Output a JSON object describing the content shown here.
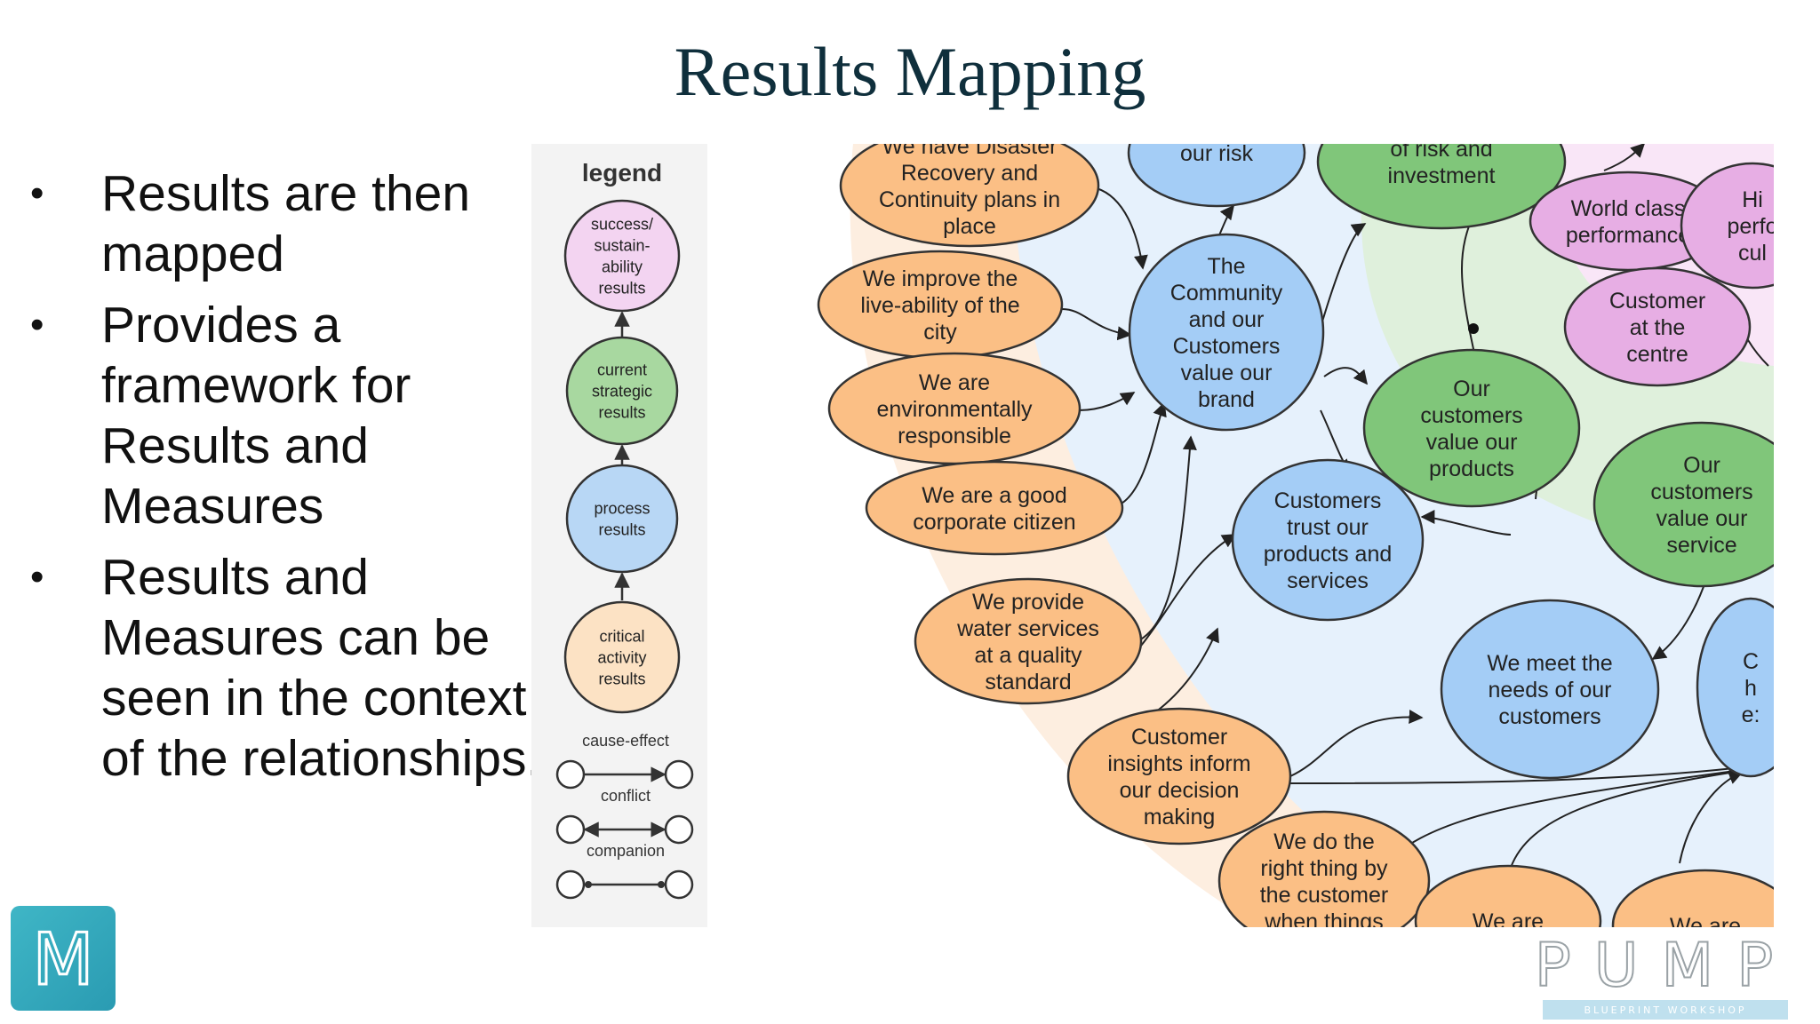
{
  "slide": {
    "title": "Results Mapping",
    "bullets": [
      "Results are then mapped",
      "Provides a framework for Results and Measures",
      "Results and Measures can be seen in the context of the relationships."
    ]
  },
  "legend": {
    "heading": "legend",
    "levels": [
      {
        "lines": [
          "success/",
          "sustain-",
          "ability",
          "results"
        ],
        "color": "#f3d4f1"
      },
      {
        "lines": [
          "current",
          "strategic",
          "results"
        ],
        "color": "#a8d8a0"
      },
      {
        "lines": [
          "process",
          "results"
        ],
        "color": "#b8d7f5"
      },
      {
        "lines": [
          "critical",
          "activity",
          "results"
        ],
        "color": "#fce2c4"
      }
    ],
    "relations": [
      "cause-effect",
      "conflict",
      "companion"
    ]
  },
  "map": {
    "colors": {
      "orange": "#fbbf85",
      "blue": "#a4cdf6",
      "green": "#80c67a",
      "pink": "#e7aee4",
      "stroke": "#333333",
      "band_orange": "#fdeee0",
      "band_blue": "#e6f1fc",
      "band_green": "#dff0dc",
      "band_pink": "#f9e6f7"
    },
    "nodes": [
      {
        "lines": [
          "We have Disaster",
          "Recovery and",
          "Continuity plans in",
          "place"
        ]
      },
      {
        "lines": [
          "We improve the",
          "live-ability of the",
          "city"
        ]
      },
      {
        "lines": [
          "We are",
          "environmentally",
          "responsible"
        ]
      },
      {
        "lines": [
          "We are a good",
          "corporate citizen"
        ]
      },
      {
        "lines": [
          "We provide",
          "water services",
          "at a quality",
          "standard"
        ]
      },
      {
        "lines": [
          "Customer",
          "insights inform",
          "our decision",
          "making"
        ]
      },
      {
        "lines": [
          "We do the",
          "right thing by",
          "the customer",
          "when things"
        ]
      },
      {
        "lines": [
          "We are"
        ]
      },
      {
        "lines": [
          "We are"
        ]
      },
      {
        "lines": [
          "our risk"
        ]
      },
      {
        "lines": [
          "The",
          "Community",
          "and our",
          "Customers",
          "value our",
          "brand"
        ]
      },
      {
        "lines": [
          "Customers",
          "trust our",
          "products and",
          "services"
        ]
      },
      {
        "lines": [
          "We meet the",
          "needs of our",
          "customers"
        ]
      },
      {
        "lines": [
          "C",
          "h",
          "e:"
        ]
      },
      {
        "lines": [
          "of risk and",
          "investment"
        ]
      },
      {
        "lines": [
          "Our",
          "customers",
          "value our",
          "products"
        ]
      },
      {
        "lines": [
          "Our",
          "customers",
          "value  our",
          "service"
        ]
      },
      {
        "lines": [
          "World class",
          "performance"
        ]
      },
      {
        "lines": [
          "Customer",
          "at the",
          "centre"
        ]
      },
      {
        "lines": [
          "Hi",
          "perfo",
          "cul"
        ]
      }
    ]
  },
  "branding": {
    "logo_letter": "M",
    "wordmark": "PUMP",
    "tagline": "BLUEPRINT WORKSHOP"
  }
}
